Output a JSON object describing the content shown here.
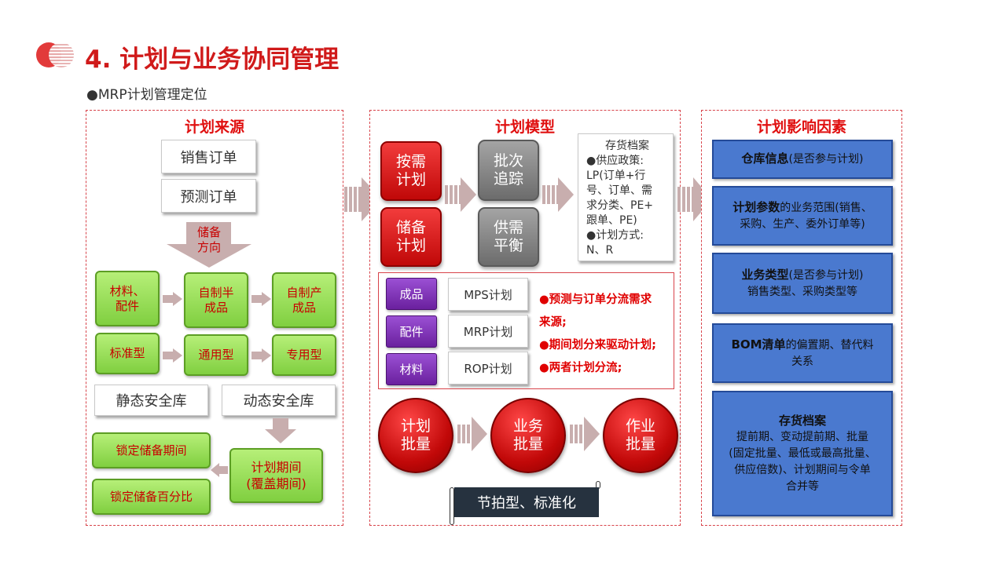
{
  "header": {
    "title": "4. 计划与业务协同管理",
    "subtitle": "●MRP计划管理定位"
  },
  "left": {
    "title": "计划来源",
    "sales_order": "销售订单",
    "forecast_order": "预测订单",
    "arrow_label_1": "储备",
    "arrow_label_2": "方向",
    "g1": "材料、配件",
    "g2": "自制半成品",
    "g3": "自制产成品",
    "g4": "标准型",
    "g5": "通用型",
    "g6": "专用型",
    "static_safety": "静态安全库",
    "dynamic_safety": "动态安全库",
    "lock_period": "锁定储备期间",
    "lock_percent": "锁定储备百分比",
    "plan_period_1": "计划期间",
    "plan_period_2": "(覆盖期间)"
  },
  "middle": {
    "title": "计划模型",
    "on_demand": [
      "按需",
      "计划"
    ],
    "reserve": [
      "储备",
      "计划"
    ],
    "batch_trace": [
      "批次",
      "追踪"
    ],
    "supply_balance": [
      "供需",
      "平衡"
    ],
    "inventory_text": [
      "存货档案",
      "●供应政策:",
      "LP(订单+行",
      "号、订单、需",
      "求分类、PE+",
      "跟单、PE)",
      "●计划方式:",
      "N、R"
    ],
    "p1": "成品",
    "p2": "配件",
    "p3": "材料",
    "m1": "MPS计划",
    "m2": "MRP计划",
    "m3": "ROP计划",
    "notes": [
      "●预测与订单分流需求",
      "来源;",
      "●期间划分来驱动计划;",
      "●两者计划分流;"
    ],
    "c1": [
      "计划",
      "批量"
    ],
    "c2": [
      "业务",
      "批量"
    ],
    "c3": [
      "作业",
      "批量"
    ],
    "scroll_label": "节拍型、标准化"
  },
  "right": {
    "title": "计划影响因素",
    "b1_bold": "仓库信息",
    "b1_rest": "(是否参与计划)",
    "b2_bold": "计划参数",
    "b2_rest": "的业务范围(销售、",
    "b2_line2": "采购、生产、委外订单等)",
    "b3_bold": "业务类型",
    "b3_rest": "(是否参与计划)",
    "b3_line2": "销售类型、采购类型等",
    "b4_bold": "BOM清单",
    "b4_rest": "的偏置期、替代料",
    "b4_line2": "关系",
    "b5_bold": "存货档案",
    "b5_lines": [
      "提前期、变动提前期、批量",
      "(固定批量、最低或最高批量、",
      "供应倍数)、计划期间与令单",
      "合并等"
    ]
  },
  "colors": {
    "accent": "#d01a1a",
    "green": "#8fdb4c",
    "red": "#d81414",
    "purple": "#7a2db0",
    "blue": "#4a79cf"
  }
}
